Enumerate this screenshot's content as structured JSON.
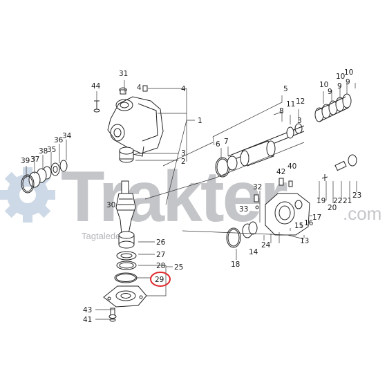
{
  "watermark": {
    "brand": "Trakter",
    "domain": ".com",
    "tagline": "Tagtaledelis"
  },
  "highlighted_part": "29",
  "colors": {
    "watermark_gray": "#b9bcbf",
    "gear_blue": "#c6d3e3",
    "highlight_red": "#e0262a",
    "line": "#222222"
  },
  "callouts": [
    "1",
    "2",
    "3",
    "4",
    "5",
    "6",
    "7",
    "8",
    "9",
    "10",
    "11",
    "12",
    "13",
    "14",
    "15",
    "16",
    "17",
    "18",
    "19",
    "20",
    "21",
    "22",
    "23",
    "24",
    "25",
    "26",
    "27",
    "28",
    "29",
    "30",
    "31",
    "32",
    "33",
    "34",
    "35",
    "36",
    "37",
    "38",
    "39",
    "40",
    "41",
    "42",
    "43",
    "44"
  ],
  "callout_extra": [
    "9",
    "9",
    "10",
    "10",
    "3",
    "4"
  ]
}
